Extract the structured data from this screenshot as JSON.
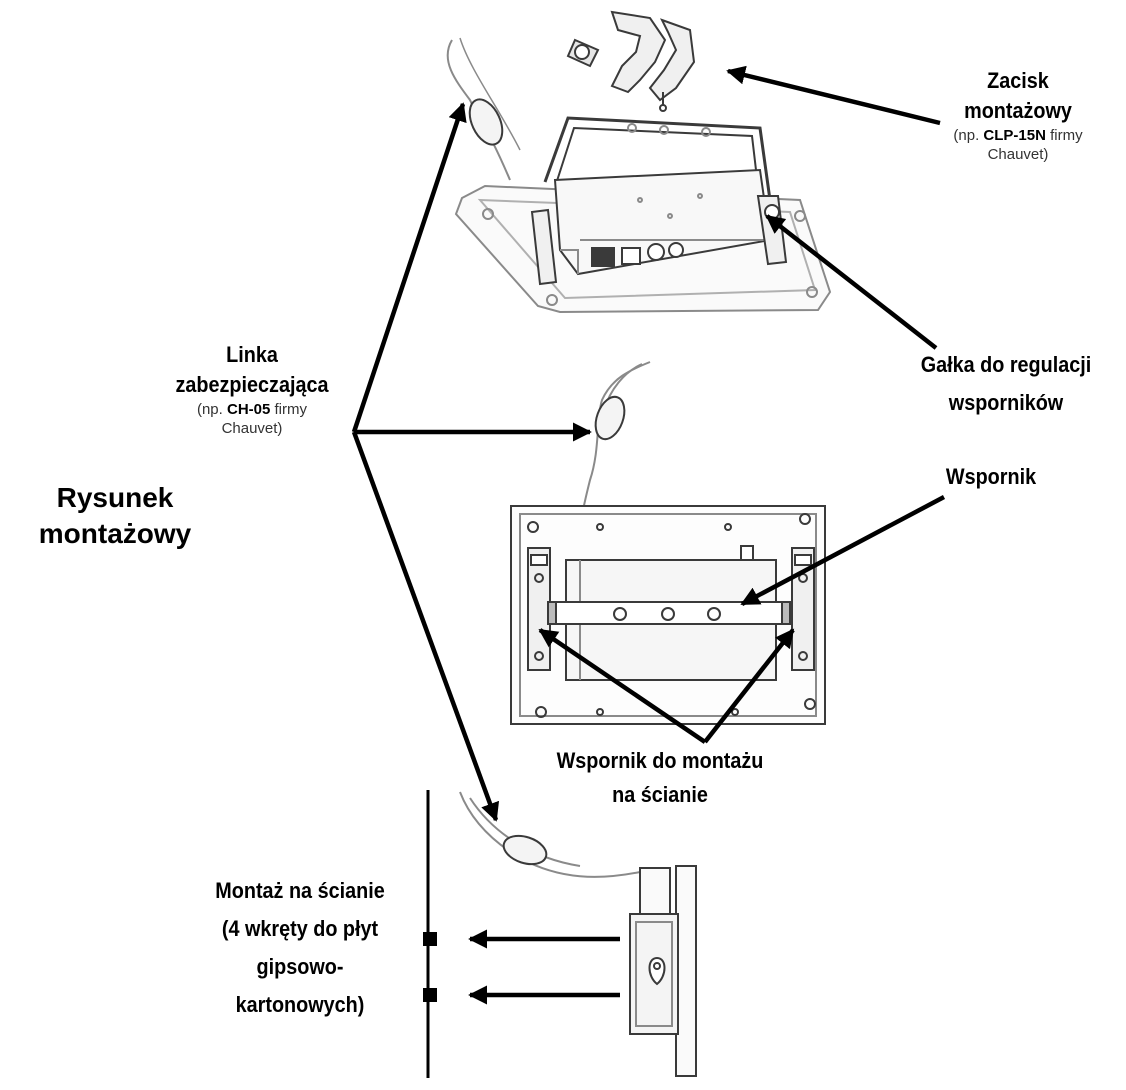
{
  "title": {
    "line1": "Rysunek",
    "line2": "montażowy"
  },
  "labels": {
    "clamp": {
      "line1": "Zacisk",
      "line2": "montażowy",
      "note_prefix": "(np. ",
      "note_bold": "CLP-15N",
      "note_suffix": " firmy",
      "note_line2": "Chauvet)"
    },
    "safety_cable": {
      "line1": "Linka",
      "line2": "zabezpieczająca",
      "note_prefix": "(np. ",
      "note_bold": "CH-05",
      "note_suffix": " firmy",
      "note_line2": "Chauvet)"
    },
    "adjust_knob": {
      "line1": "Gałka do regulacji",
      "line2": "wsporników"
    },
    "bracket": {
      "line1": "Wspornik"
    },
    "wall_bracket": {
      "line1": "Wspornik do montażu",
      "line2": "na ścianie"
    },
    "wall_mount": {
      "line1": "Montaż na ścianie",
      "line2": "(4 wkręty do płyt",
      "line3": "gipsowo-",
      "line4": "kartonowych)"
    }
  },
  "colors": {
    "ink": "#000000",
    "drawing": "#8a8a8a",
    "drawing_dark": "#3a3a3a",
    "panel_fill": "#f4f4f4"
  }
}
